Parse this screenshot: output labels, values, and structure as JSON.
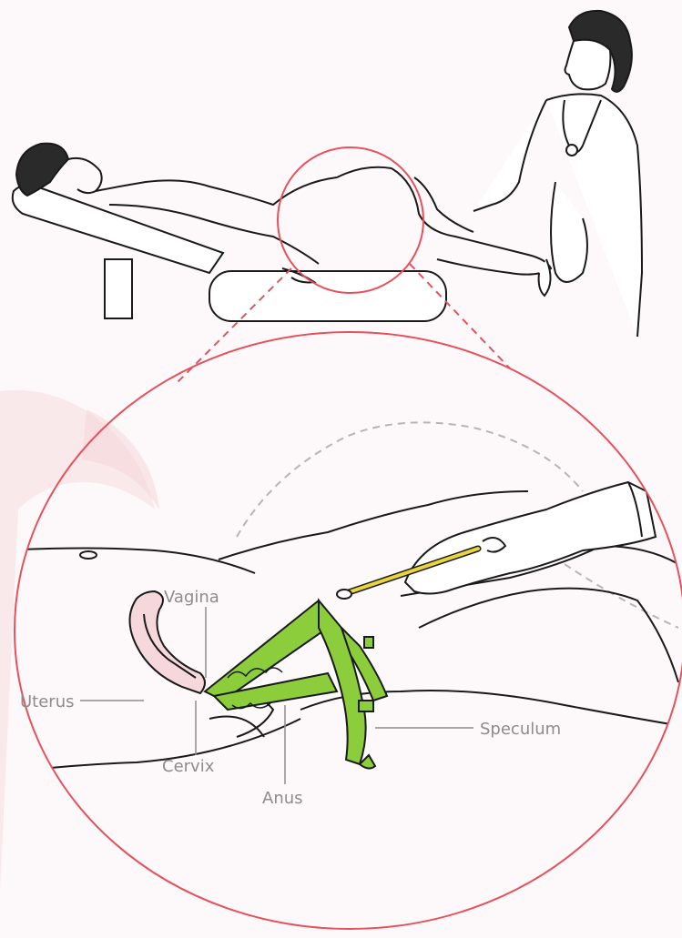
{
  "labels": {
    "vagina": "Vagina",
    "uterus": "Uterus",
    "cervix": "Cervix",
    "anus": "Anus",
    "speculum": "Speculum"
  },
  "colors": {
    "background": "#fdf9fa",
    "line": "#1a1a1a",
    "circle": "#e8505b",
    "speculum": "#8ccd3c",
    "swab": "#e8d53a",
    "label": "#8c8c8c",
    "hair": "#2a2a2a"
  },
  "icons": {
    "stethoscope": "stethoscope-icon"
  }
}
